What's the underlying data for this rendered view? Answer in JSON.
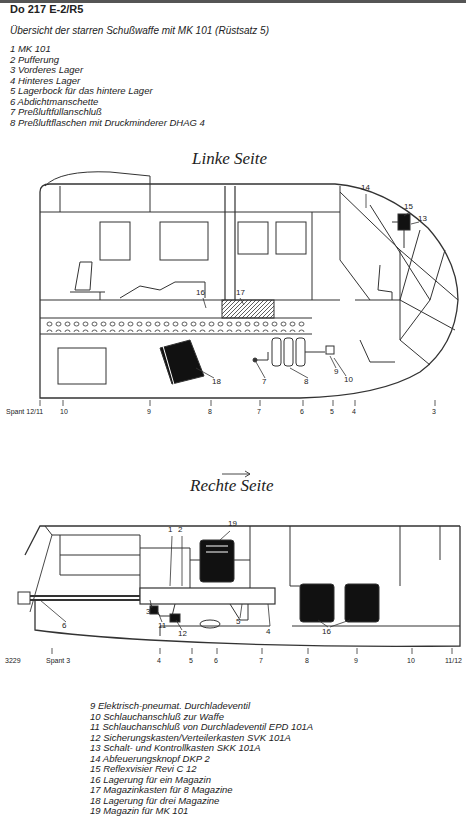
{
  "diagram": {
    "title": "Do 217 E-2/R5",
    "labels": [
      "Übersicht der starren Schußwaffe mit MK 101 (Rüstsatz 5)",
      "1 MK 101",
      "2 Pufferung",
      "3 Vorderes Lager",
      "4 Hinteres Lager",
      "5 Lagerbock für das hintere Lager",
      "6 Abdichtmanschette",
      "7 Preßluftfüllanschluß",
      "8 Preßluftflaschen mit Druckminderer DHAG 4",
      "Linke Seite",
      "14",
      "15",
      "13",
      "16",
      "17",
      "18",
      "7",
      "8",
      "9",
      "10",
      "Spant 12/11",
      "10",
      "9",
      "8",
      "7",
      "6",
      "5",
      "4",
      "3",
      "Rechte Seite",
      "19",
      "1",
      "2",
      "6",
      "3",
      "11",
      "12",
      "5",
      "4",
      "16",
      "3229",
      "Spant 3",
      "4",
      "5",
      "6",
      "7",
      "8",
      "9",
      "10",
      "11/12",
      "9 Elektrisch-pneumat. Durchladeventil",
      "10 Schlauchanschluß zur Waffe",
      "11 Schlauchanschluß von Durchladeventil EPD 101A",
      "12 Sicherungskasten/Verteilerkasten SVK 101A",
      "13 Schalt- und Kontrollkasten SKK 101A",
      "14 Abfeuerungsknopf DKP 2",
      "15 Reflexvisier Revi C 12",
      "16 Lagerung für ein Magazin",
      "17 Magazinkasten für 8 Magazine",
      "18 Lagerung für drei Magazine",
      "19 Magazin für MK 101"
    ]
  }
}
